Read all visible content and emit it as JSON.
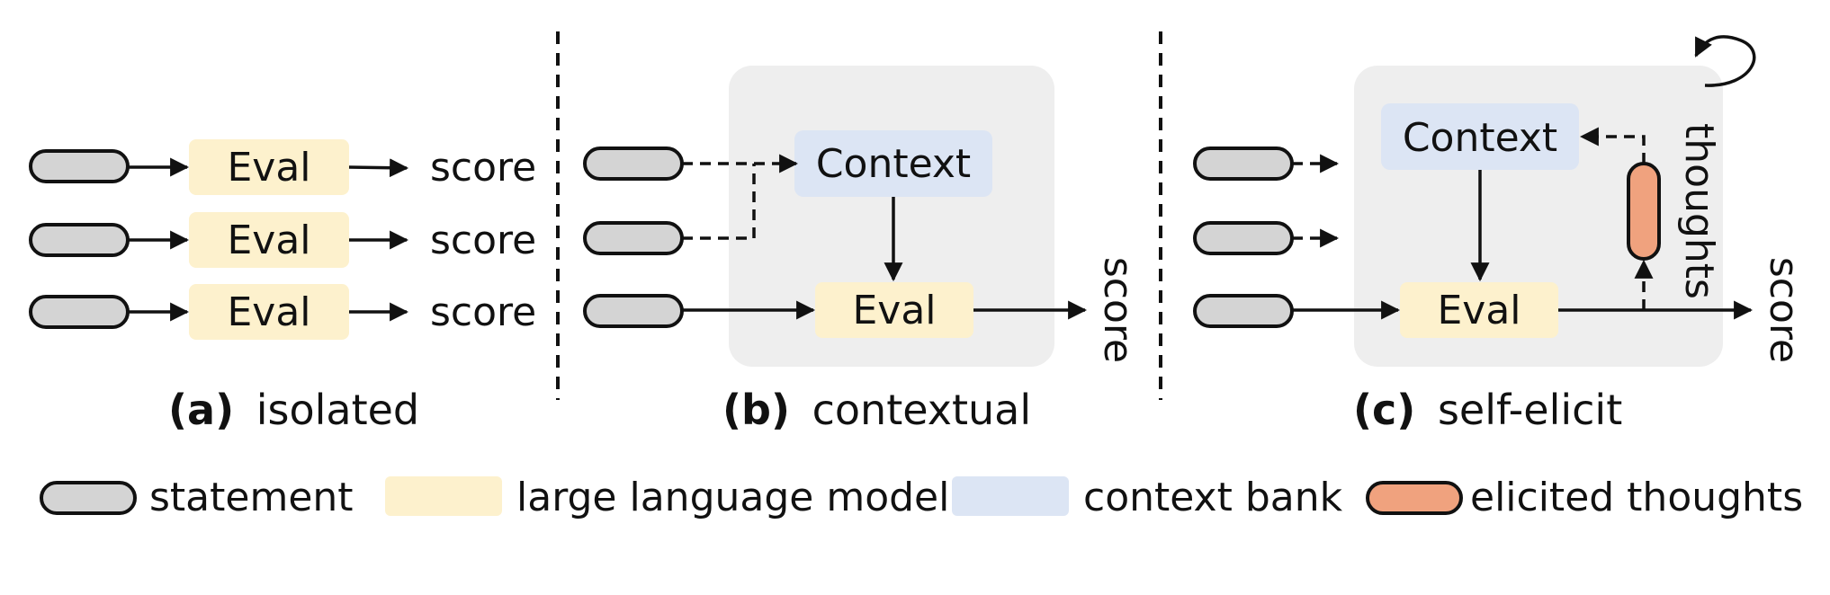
{
  "colors": {
    "statement": "#d4d4d4",
    "llm": "#fdf1cd",
    "context_bank": "#dce5f4",
    "thoughts": "#f0a27e",
    "panel": "#eeeeee",
    "ink": "#111111"
  },
  "labels": {
    "eval": "Eval",
    "context": "Context",
    "score": "score",
    "thoughts": "thoughts"
  },
  "panels": {
    "a": {
      "tag": "(a)",
      "name": "isolated"
    },
    "b": {
      "tag": "(b)",
      "name": "contextual"
    },
    "c": {
      "tag": "(c)",
      "name": "self-elicit"
    }
  },
  "legend": {
    "statement": "statement",
    "llm": "large language model",
    "context_bank": "context bank",
    "thoughts": "elicited thoughts"
  },
  "icons": [
    "loop-arrow-icon"
  ]
}
